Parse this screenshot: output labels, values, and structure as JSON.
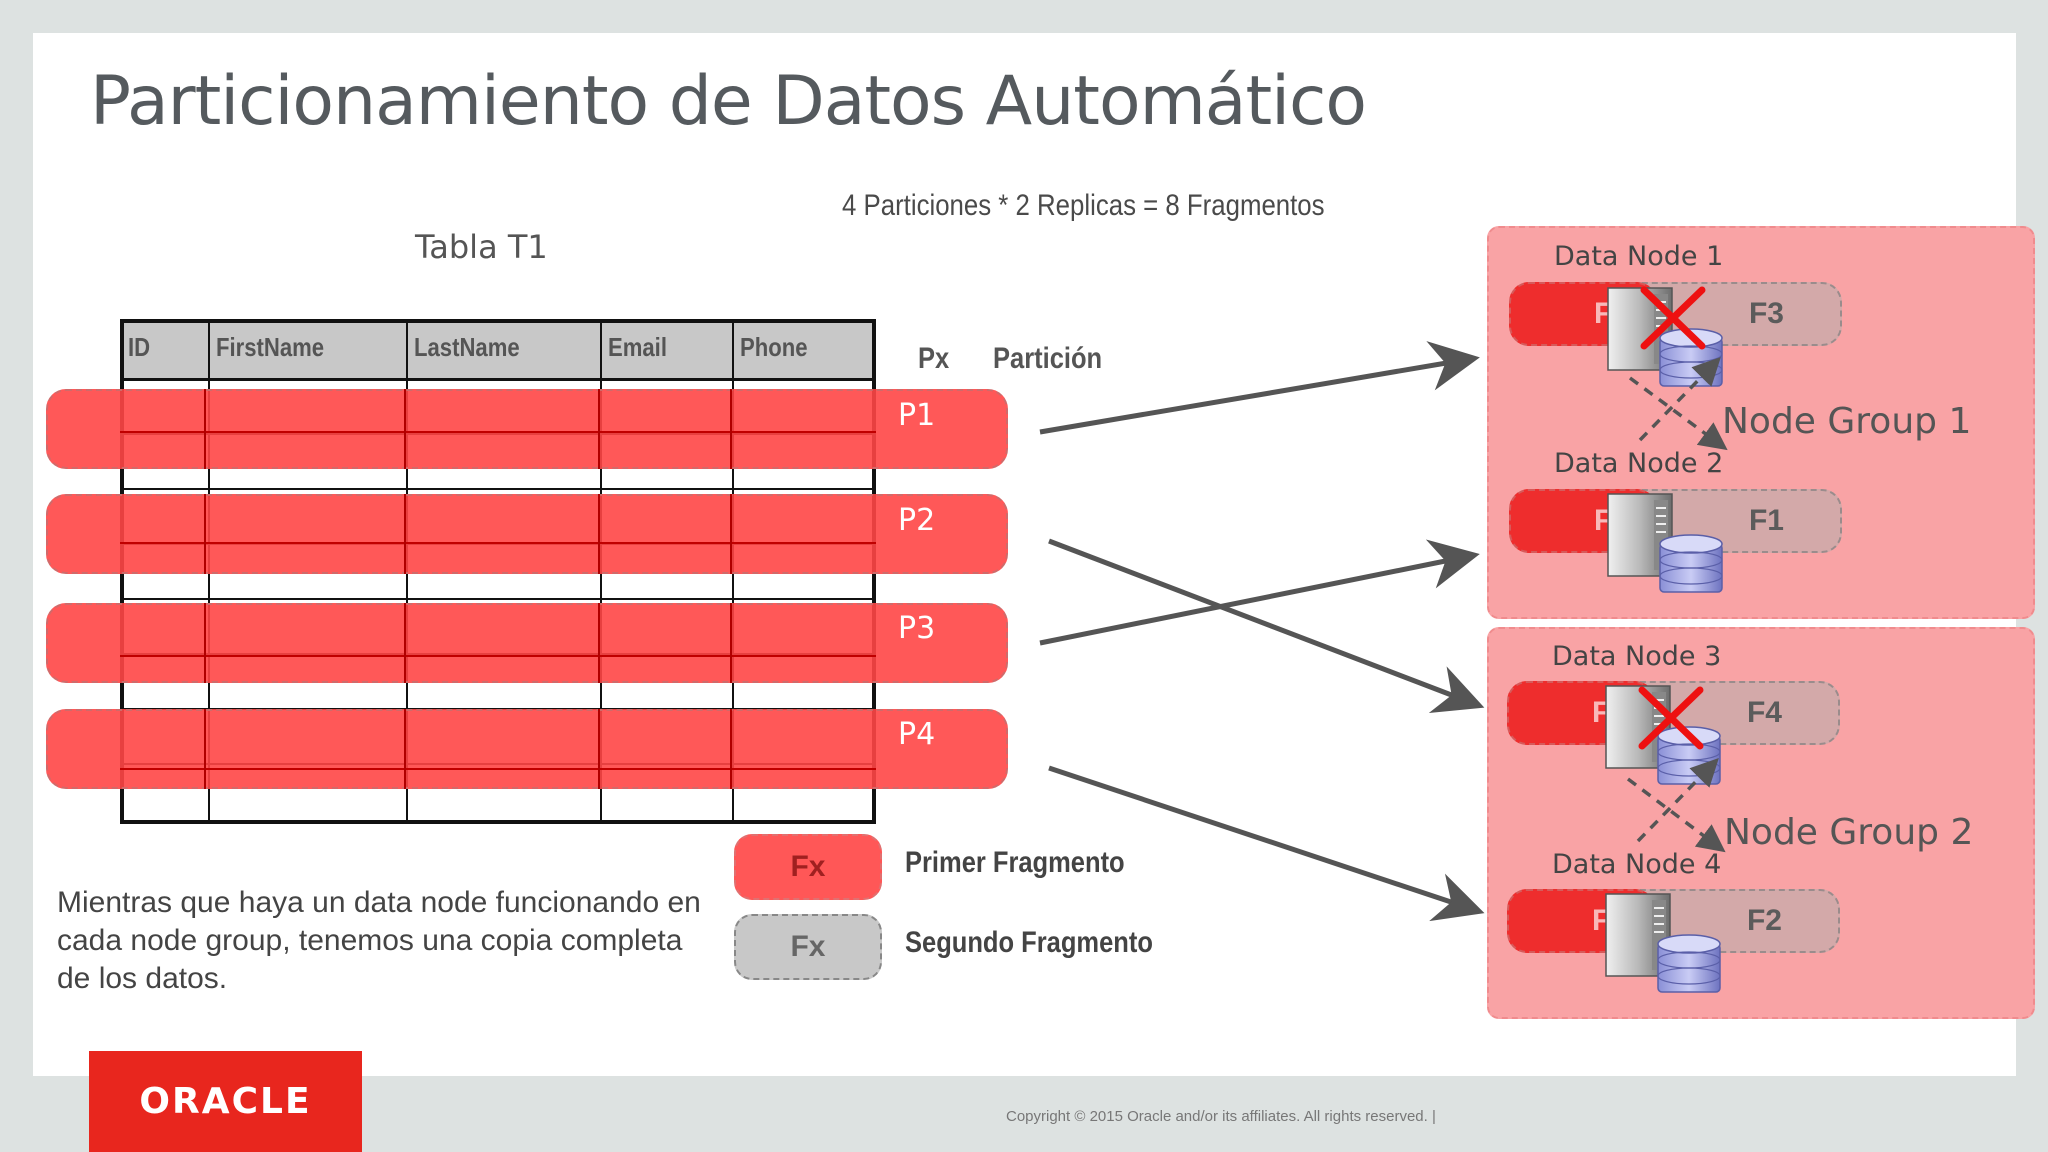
{
  "slide": {
    "title": "Particionamiento de Datos Automático",
    "formula": "4 Particiones * 2 Replicas = 8 Fragmentos",
    "table_title": "Tabla T1"
  },
  "table": {
    "columns": [
      "ID",
      "FirstName",
      "LastName",
      "Email",
      "Phone"
    ]
  },
  "partition_header": {
    "px": "Px",
    "particion": "Partición"
  },
  "partitions": [
    "P1",
    "P2",
    "P3",
    "P4"
  ],
  "legend": [
    {
      "chip": "Fx",
      "label": "Primer Fragmento",
      "color": "#ee2d2d"
    },
    {
      "chip": "Fx",
      "label": "Segundo Fragmento",
      "color": "#c8c8c8"
    }
  ],
  "note": "Mientras que haya un data node funcionando en cada node group, tenemos una copia completa de los datos.",
  "node_groups": [
    {
      "label": "Node Group 1",
      "nodes": [
        {
          "title": "Data Node 1",
          "primary": "F1",
          "secondary": "F3",
          "failed": true
        },
        {
          "title": "Data Node 2",
          "primary": "F3",
          "secondary": "F1",
          "failed": false
        }
      ]
    },
    {
      "label": "Node Group 2",
      "nodes": [
        {
          "title": "Data Node 3",
          "primary": "F2",
          "secondary": "F4",
          "failed": true
        },
        {
          "title": "Data Node 4",
          "primary": "F4",
          "secondary": "F2",
          "failed": false
        }
      ]
    }
  ],
  "footer": {
    "logo": "ORACLE",
    "copyright": "Copyright © 2015 Oracle and/or its affiliates. All rights reserved.  |"
  },
  "colors": {
    "primary_fragment": "#ee2d2d",
    "partition_band": "#ff4646",
    "node_group_bg": "#f9a3a5"
  }
}
